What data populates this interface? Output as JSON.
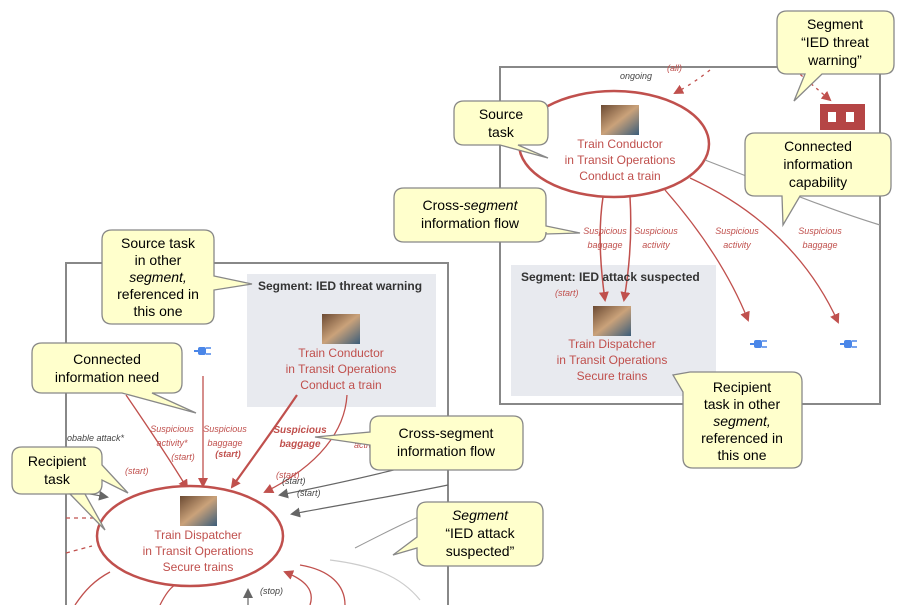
{
  "left_map": {
    "segment_title": "Segment: IED threat warning",
    "source_node": [
      "Train Conductor",
      "in Transit Operations",
      "Conduct a train"
    ],
    "recipient_node": [
      "Train Dispatcher",
      "in Transit Operations",
      "Secure trains"
    ],
    "flow_labels": {
      "activity_italic": [
        "Suspicious",
        "activity*",
        "(start)"
      ],
      "baggage_italic": [
        "Suspicious",
        "baggage",
        "(start)"
      ],
      "baggage_bold": [
        "Suspicious",
        "baggage"
      ],
      "activity_partial": "activ",
      "partial_left": "obable attack*",
      "start_1": "(start)",
      "start_2": "(start)",
      "start_3": "(start)",
      "start_4": "(start)",
      "stop": "(stop)"
    }
  },
  "right_map": {
    "top_label": "ongoing",
    "top_label_2": "(all)",
    "segment_title": "Segment: IED attack suspected",
    "source_node": [
      "Train Conductor",
      "in Transit Operations",
      "Conduct a train"
    ],
    "recipient_node": [
      "Train Dispatcher",
      "in Transit Operations",
      "Secure trains"
    ],
    "start_label": "(start)",
    "flows": [
      [
        "Suspicious",
        "baggage"
      ],
      [
        "Suspicious",
        "activity"
      ],
      [
        "Suspicious",
        "activity"
      ],
      [
        "Suspicious",
        "baggage"
      ]
    ]
  },
  "callouts": {
    "source_task_other": [
      "Source task",
      "in other",
      "segment,",
      "referenced in",
      "this one"
    ],
    "connected_need": [
      "Connected",
      "information need"
    ],
    "recipient_task": [
      "Recipient",
      "task"
    ],
    "cross_segment_flow_left": [
      "Cross-segment",
      "information flow"
    ],
    "segment_ied_attack": [
      "Segment",
      "“IED attack",
      "suspected”"
    ],
    "source_task": [
      "Source",
      "task"
    ],
    "cross_segment_flow_right": [
      "Cross-",
      "segment",
      "information flow"
    ],
    "segment_ied_threat": [
      "Segment",
      "“IED threat",
      "warning”"
    ],
    "connected_capability": [
      "Connected",
      "information",
      "capability"
    ],
    "recipient_task_other": [
      "Recipient",
      "task in other",
      "segment,",
      "referenced in",
      "this one"
    ]
  }
}
